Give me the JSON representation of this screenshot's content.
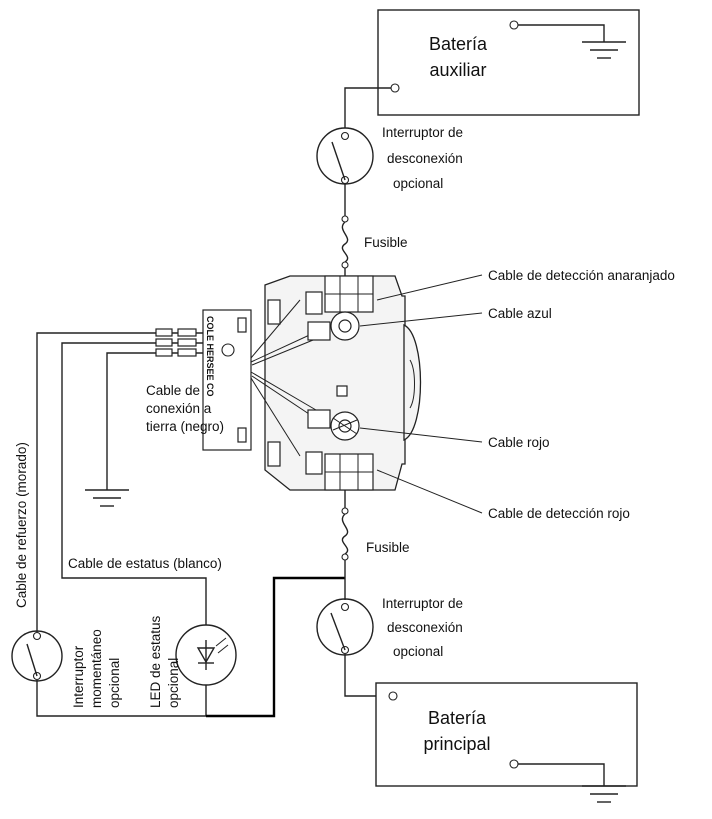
{
  "batteries": {
    "aux_line1": "Batería",
    "aux_line2": "auxiliar",
    "main_line1": "Batería",
    "main_line2": "principal"
  },
  "switch_top": [
    "Interruptor de",
    "desconexión",
    "opcional"
  ],
  "switch_bottom": [
    "Interruptor de",
    "desconexión",
    "opcional"
  ],
  "fuse_top": "Fusible",
  "fuse_bottom": "Fusible",
  "callouts": {
    "orange_sense": "Cable de detección anaranjado",
    "blue": "Cable azul",
    "red": "Cable rojo",
    "red_sense": "Cable de detección rojo"
  },
  "ground_cable": [
    "Cable de",
    "conexión a",
    "tierra (negro)"
  ],
  "boost_cable": "Cable de refuerzo (morado)",
  "status_cable": "Cable de estatus (blanco)",
  "momentary_switch": [
    "Interruptor",
    "momentáneo",
    "opcional"
  ],
  "status_led": [
    "LED de estatus",
    "opcional"
  ],
  "device_brand": "COLE HERSEE CO"
}
